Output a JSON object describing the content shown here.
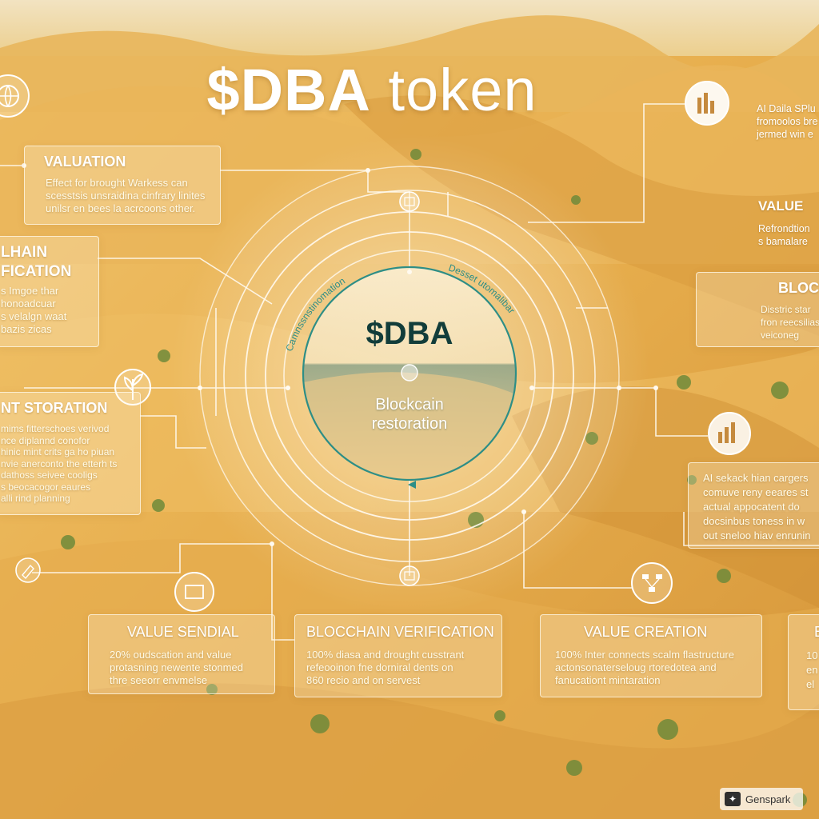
{
  "title": {
    "strong": "$DBA",
    "rest": "token"
  },
  "center": {
    "title": "$DBA",
    "subtitle": "Blockcain\nrestoration",
    "arc_left": "Camnssnstinomation",
    "arc_right": "Desset utomalibar"
  },
  "cards": {
    "valuation": {
      "title": "VALUATION",
      "body": "Effect for brought Warkess can\nscesstsis unsraidina cinfrary linites\nunilsr en bees la acrcoons other."
    },
    "chain_verification": {
      "title": "LHAIN\nFICATION",
      "body": "s Imgoe thar\nhonoadcuar\ns velalgn waat\nbazis zicas"
    },
    "restoration": {
      "title": "NT STORATION",
      "body": "mims fitterschoes verivod\nnce diplannd conofor\nhinic mint crits ga ho piuan\nnvie anerconto the etterh ts\ndathoss seivee cooligs\ns beocacogor eaures\nalli rind planning"
    },
    "value_sendial": {
      "title": "VALUE SENDIAL",
      "body": "20% oudscation and value\nprotasning newente stonmed\nthre seeorr envmelse"
    },
    "blockchain_verification": {
      "title": "BLOCCHAIN VERIFICATION",
      "body": "100% diasa and drought cusstrant\nrefeooinon fne dorniral dents on\n860 recio and on servest"
    },
    "value_creation": {
      "title": "VALUE  CREATION",
      "body": "100%  Inter connects scalm flastructure\nactonsonaterseloug rtoredotea   and\nfanucationt    mintaration"
    },
    "ai_data": {
      "title": "",
      "body": "AI Daila SPlu\nfromoolos bre\njermed win e"
    },
    "value_right": {
      "title": "VALUE",
      "body": "Refrondtion\ns bamalare"
    },
    "bloc_right": {
      "title": "BLOC",
      "body": "Disstric star\nfron reecsilias\nveiconeg"
    },
    "ai_right": {
      "title": "",
      "body": "AI sekack hian cargers\ncomuve reny eeares st\nactual appocatent do\ndocsinbus toness in w\nout sneloo hiav enrunin"
    },
    "bottom_right": {
      "title": "B",
      "body": "10\nen\nel"
    }
  },
  "icons": {
    "globe": "globe-icon",
    "sprout": "sprout-icon",
    "verify_small": "edit-check-icon",
    "scroll": "scroll-icon",
    "bar_top": "bar-chart-icon",
    "bar_right": "bar-chart-icon",
    "network": "network-icon",
    "chain_small": "chain-node-icon"
  },
  "branding": {
    "name": "Genspark"
  },
  "colors": {
    "sand_light": "#f3cf7e",
    "sand_mid": "#e3ab48",
    "sand_dark": "#c98a2c",
    "teal": "#2e8e86",
    "navy": "#123d3a"
  }
}
